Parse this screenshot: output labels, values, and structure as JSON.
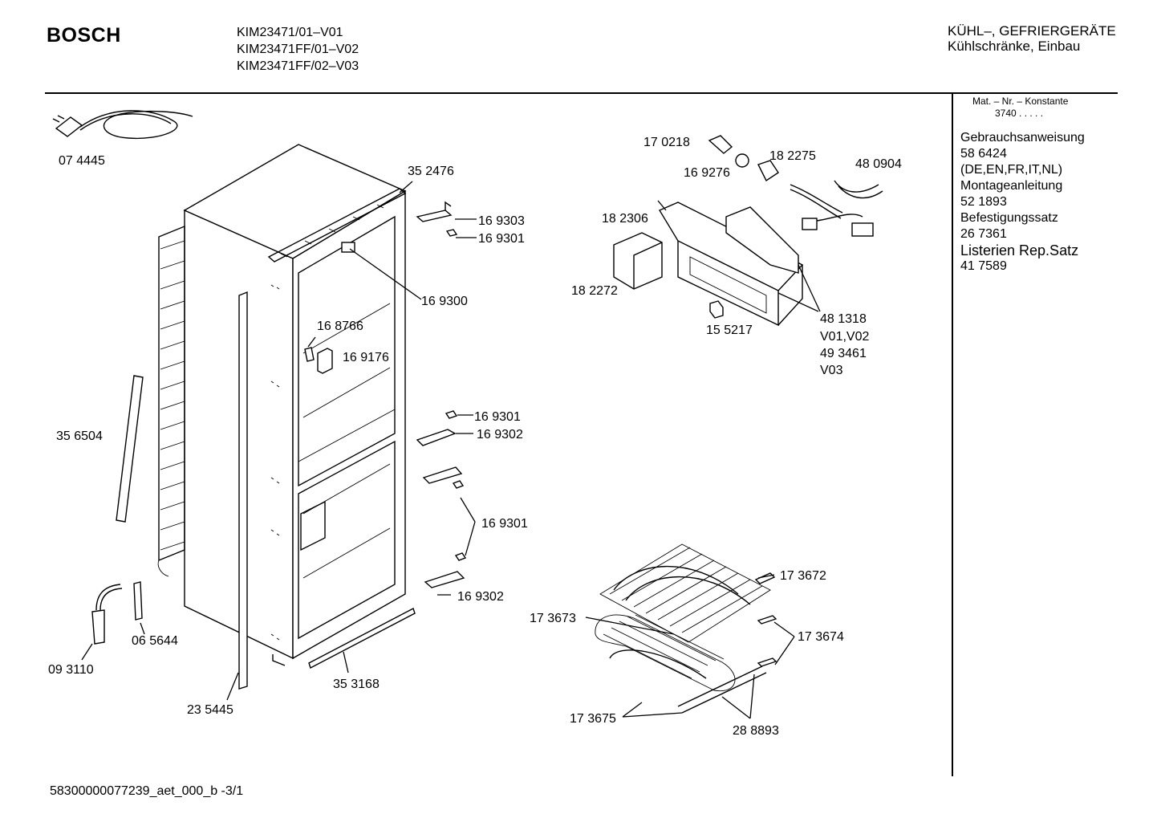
{
  "header": {
    "brand": "BOSCH",
    "models": [
      "KIM23471/01–V01",
      "KIM23471FF/01–V02",
      "KIM23471FF/02–V03"
    ],
    "category": [
      "KÜHL–, GEFRIERGERÄTE",
      "Kühlschränke, Einbau"
    ]
  },
  "sidebar": {
    "mat_label": "Mat. – Nr. – Konstante",
    "mat_value": "3740  .  .  .  .  .",
    "docs": [
      {
        "title": "Gebrauchsanweisung",
        "number": "58 6424",
        "note": "(DE,EN,FR,IT,NL)"
      },
      {
        "title": "Montageanleitung",
        "number": "52 1893"
      },
      {
        "title": "Befestigungssatz",
        "number": "26 7361"
      },
      {
        "title": "Listerien Rep.Satz",
        "number": "41 7589"
      }
    ]
  },
  "parts": [
    "07 4445",
    "35 2476",
    "16 9303",
    "16 9301",
    "16 9300",
    "16 8766",
    "16 9176",
    "35 6504",
    "16 9301",
    "16 9302",
    "16 9301",
    "16 9302",
    "06 5644",
    "09 3110",
    "23 5445",
    "35 3168",
    "17 0218",
    "16 9276",
    "18 2275",
    "48 0904",
    "18 2306",
    "18 2272",
    "15 5217",
    "48 1318",
    "V01,V02",
    "49 3461",
    "V03",
    "17 3672",
    "17 3673",
    "17 3674",
    "17 3675",
    "28 8893"
  ],
  "footer": "58300000077239_aet_000_b  -3/1"
}
